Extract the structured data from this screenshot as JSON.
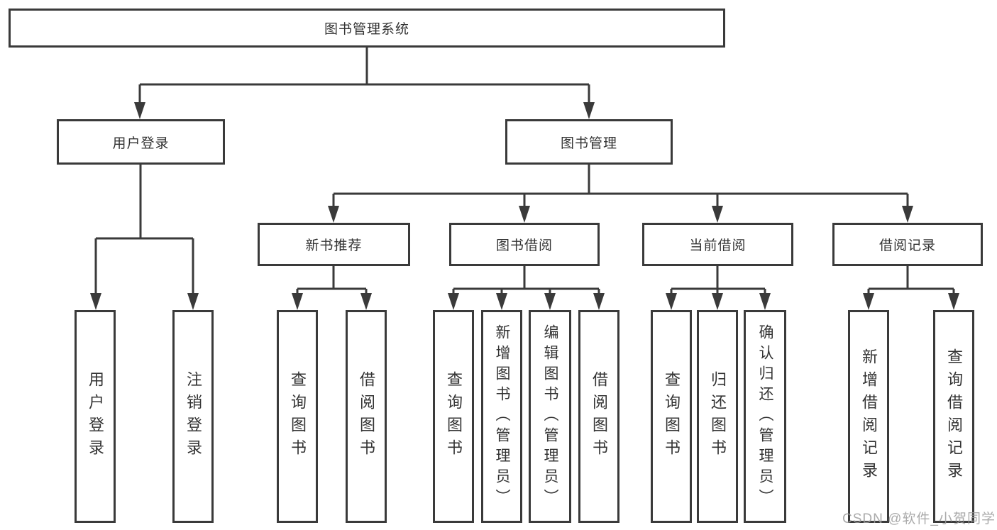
{
  "diagram_type": "hierarchy-tree",
  "root": {
    "label": "图书管理系统"
  },
  "level2": [
    {
      "label": "用户登录"
    },
    {
      "label": "图书管理"
    }
  ],
  "level3": [
    {
      "label": "新书推荐"
    },
    {
      "label": "图书借阅"
    },
    {
      "label": "当前借阅"
    },
    {
      "label": "借阅记录"
    }
  ],
  "leaves": [
    {
      "label": "用户登录",
      "parent": "用户登录"
    },
    {
      "label": "注销登录",
      "parent": "用户登录"
    },
    {
      "label": "查询图书",
      "parent": "新书推荐"
    },
    {
      "label": "借阅图书",
      "parent": "新书推荐"
    },
    {
      "label": "查询图书",
      "parent": "图书借阅"
    },
    {
      "label": "新增图书（管理员）",
      "parent": "图书借阅"
    },
    {
      "label": "编辑图书（管理员）",
      "parent": "图书借阅"
    },
    {
      "label": "借阅图书",
      "parent": "图书借阅"
    },
    {
      "label": "查询图书",
      "parent": "当前借阅"
    },
    {
      "label": "归还图书",
      "parent": "当前借阅"
    },
    {
      "label": "确认归还（管理员）",
      "parent": "当前借阅"
    },
    {
      "label": "新增借阅记录",
      "parent": "借阅记录"
    },
    {
      "label": "查询借阅记录",
      "parent": "借阅记录"
    }
  ],
  "watermark": {
    "text": "CSDN @软件_小贺同学"
  },
  "colors": {
    "line": "#3a3a3a",
    "text": "#333333",
    "watermark": "#9c9c9c",
    "background": "#ffffff"
  }
}
